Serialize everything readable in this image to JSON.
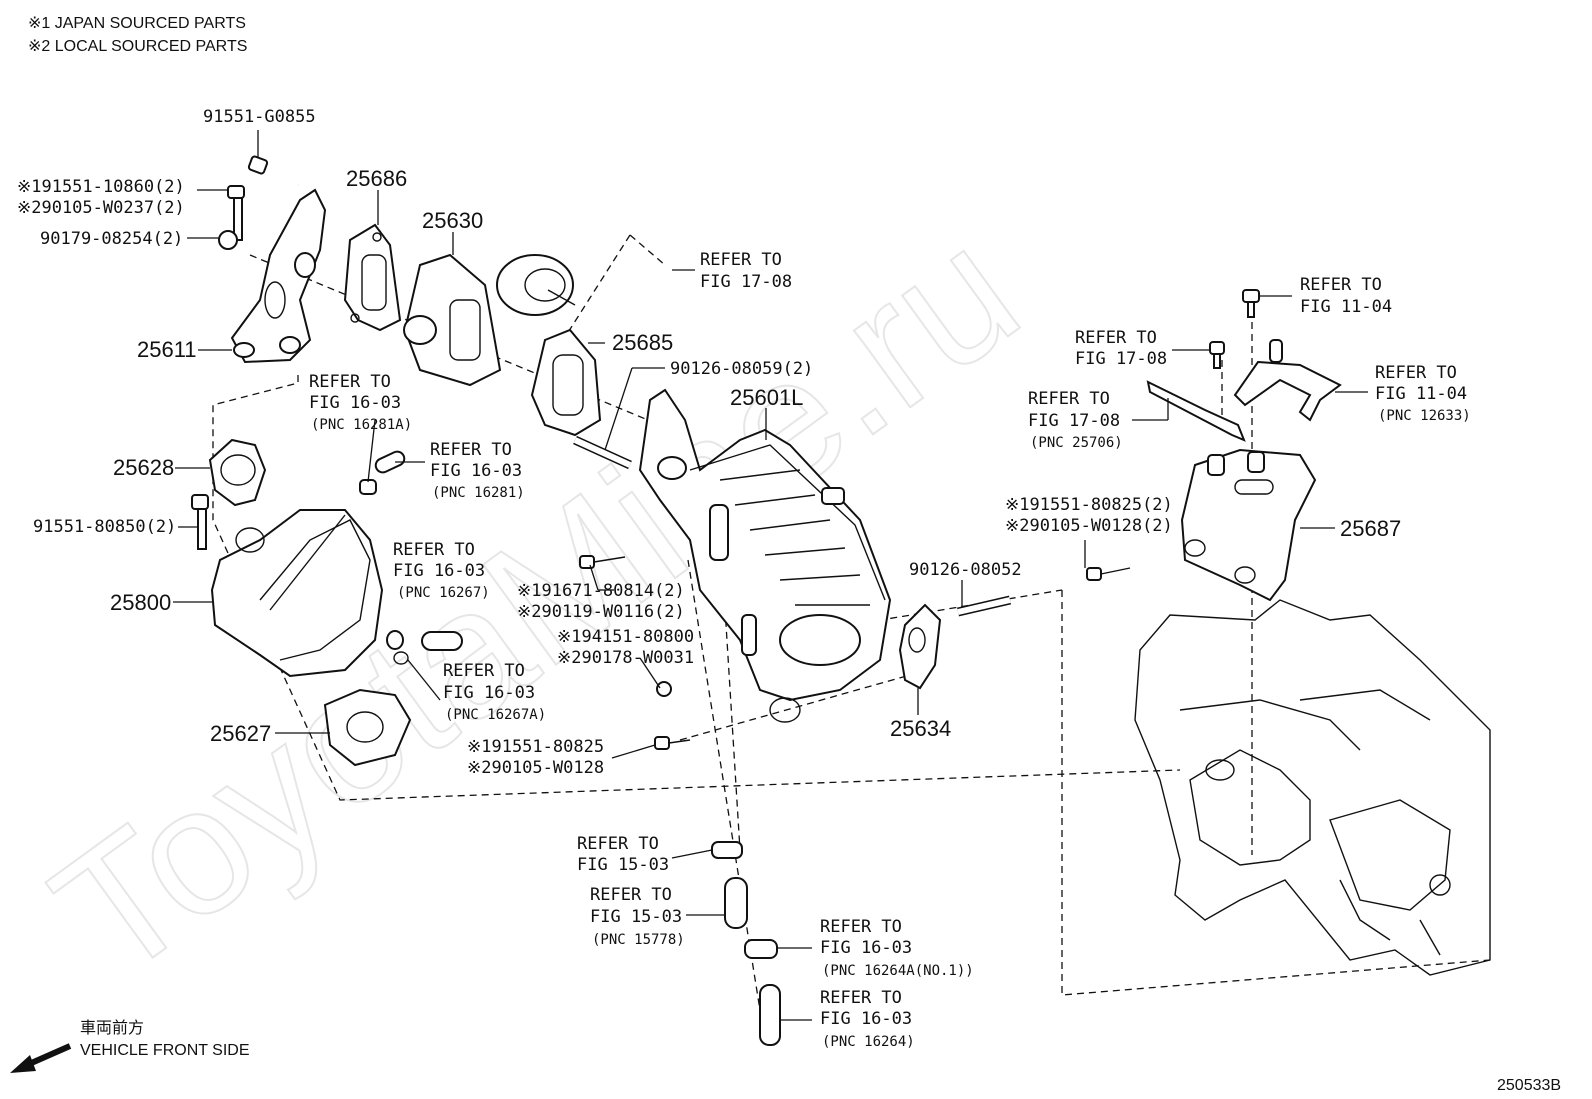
{
  "notes": {
    "japan": "※1 JAPAN SOURCED PARTS",
    "local": "※2 LOCAL SOURCED PARTS"
  },
  "watermark": "ToyotaMine.ru",
  "labels": {
    "p91551_G0855": "91551-G0855",
    "p91551_10860": "※191551-10860(2)",
    "p90105_W0237": "※290105-W0237(2)",
    "p90179_08254": "90179-08254(2)",
    "p25686": "25686",
    "p25630": "25630",
    "p25611": "25611",
    "p25685": "25685",
    "p90126_08059": "90126-08059(2)",
    "p25601L": "25601L",
    "p25628": "25628",
    "p91551_80850": "91551-80850(2)",
    "p25800": "25800",
    "p25627": "25627",
    "p25634": "25634",
    "p90126_08052": "90126-08052",
    "p25687": "25687",
    "p191671_80814": "※191671-80814(2)",
    "p290119_W0116": "※290119-W0116(2)",
    "p194151_80800": "※194151-80800",
    "p290178_W0031": "※290178-W0031",
    "p191551_80825": "※191551-80825",
    "p290105_W0128": "※290105-W0128",
    "p191551_80825_2": "※191551-80825(2)",
    "p290105_W0128_2": "※290105-W0128(2)"
  },
  "refs": {
    "r1708_top": {
      "a": "REFER TO",
      "b": "FIG 17-08"
    },
    "r1104_top": {
      "a": "REFER TO",
      "b": "FIG 11-04"
    },
    "r1708_mid": {
      "a": "REFER TO",
      "b": "FIG 17-08"
    },
    "r1104_pnc": {
      "a": "REFER TO",
      "b": "FIG 11-04",
      "c": "(PNC 12633)"
    },
    "r1708_pnc": {
      "a": "REFER TO",
      "b": "FIG 17-08",
      "c": "(PNC 25706)"
    },
    "r1603_16281A": {
      "a": "REFER TO",
      "b": "FIG 16-03",
      "c": "(PNC 16281A)"
    },
    "r1603_16281": {
      "a": "REFER TO",
      "b": "FIG 16-03",
      "c": "(PNC 16281)"
    },
    "r1603_16267": {
      "a": "REFER TO",
      "b": "FIG 16-03",
      "c": "(PNC 16267)"
    },
    "r1603_16267A": {
      "a": "REFER TO",
      "b": "FIG 16-03",
      "c": "(PNC 16267A)"
    },
    "r1503": {
      "a": "REFER TO",
      "b": "FIG 15-03"
    },
    "r1503_15778": {
      "a": "REFER TO",
      "b": "FIG 15-03",
      "c": "(PNC 15778)"
    },
    "r1603_16264A": {
      "a": "REFER TO",
      "b": "FIG 16-03",
      "c": "(PNC 16264A(NO.1))"
    },
    "r1603_16264": {
      "a": "REFER TO",
      "b": "FIG 16-03",
      "c": "(PNC 16264)"
    }
  },
  "footer": {
    "jp": "車両前方",
    "front": "VEHICLE FRONT SIDE",
    "code": "250533B"
  }
}
